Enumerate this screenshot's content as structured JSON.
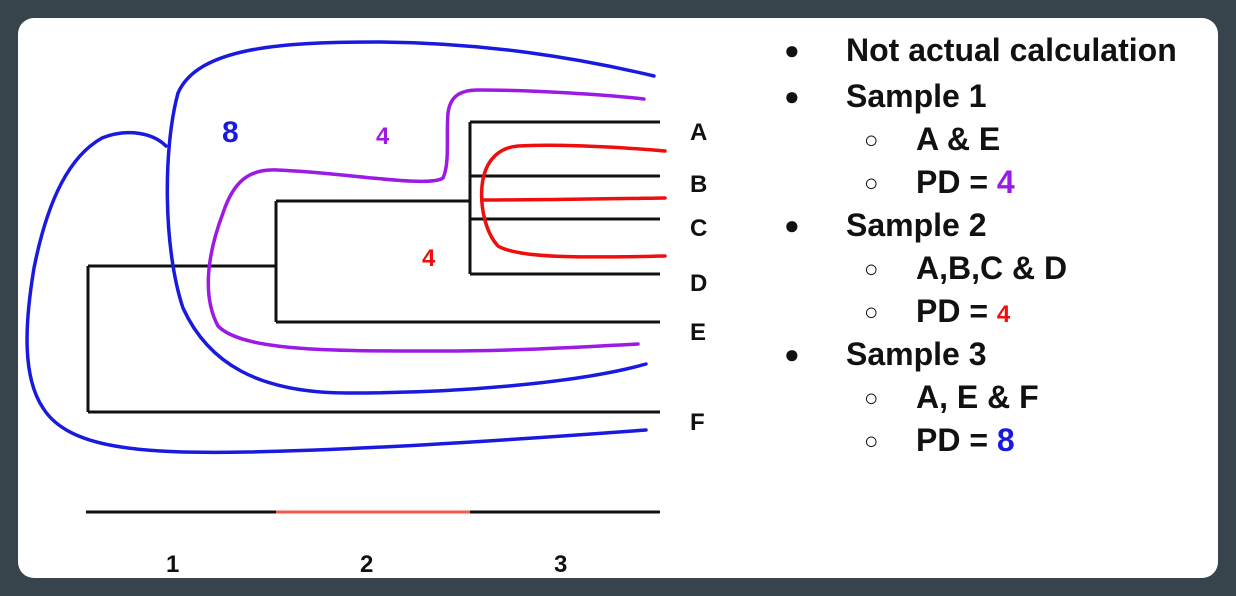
{
  "tree": {
    "leaves": [
      "A",
      "B",
      "C",
      "D",
      "E",
      "F"
    ],
    "scale_labels": [
      "1",
      "2",
      "3"
    ],
    "region_labels": [
      {
        "text": "8",
        "color": "#1a1adf"
      },
      {
        "text": "4",
        "color": "#9b1ae6"
      },
      {
        "text": "4",
        "color": "#ee0e0e"
      }
    ]
  },
  "colors": {
    "blue": "#1a1adf",
    "purple": "#9b1ae6",
    "red": "#ee0e0e",
    "scale_red": "#f05a4a",
    "frame": "#37444c"
  },
  "notes": {
    "items": [
      {
        "text": "Not actual calculation"
      },
      {
        "text": "Sample 1",
        "sub": [
          {
            "text": "A & E"
          },
          {
            "label": "PD = ",
            "value": "4"
          }
        ]
      },
      {
        "text": "Sample 2",
        "sub": [
          {
            "text": "A,B,C & D"
          },
          {
            "label": "PD = ",
            "value": "4"
          }
        ]
      },
      {
        "text": "Sample 3",
        "sub": [
          {
            "text": "A, E & F"
          },
          {
            "label": "PD = ",
            "value": "8"
          }
        ]
      }
    ]
  }
}
